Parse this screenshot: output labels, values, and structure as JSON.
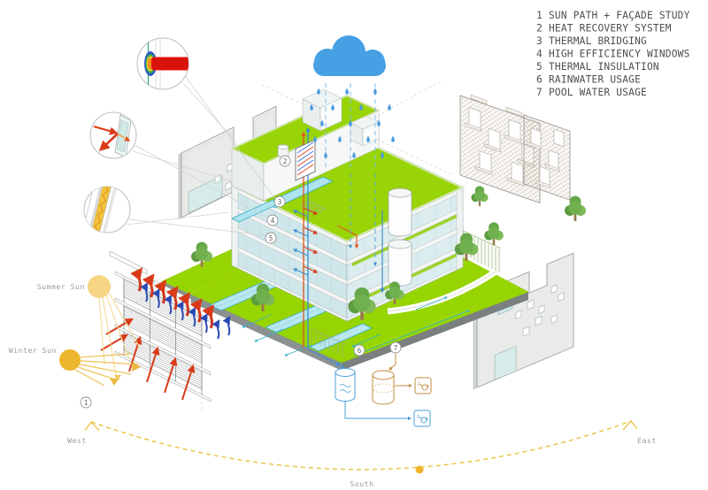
{
  "legend": {
    "items": [
      {
        "num": "1",
        "label": "SUN PATH + FAÇADE STUDY"
      },
      {
        "num": "2",
        "label": "HEAT RECOVERY SYSTEM"
      },
      {
        "num": "3",
        "label": "THERMAL BRIDGING"
      },
      {
        "num": "4",
        "label": "HIGH EFFICIENCY WINDOWS"
      },
      {
        "num": "5",
        "label": "THERMAL INSULATION"
      },
      {
        "num": "6",
        "label": "RAINWATER USAGE"
      },
      {
        "num": "7",
        "label": "POOL WATER USAGE"
      }
    ]
  },
  "compass": {
    "west": "West",
    "south": "South",
    "east": "East"
  },
  "suns": {
    "summer_label": "Summer Sun",
    "winter_label": "Winter Sun"
  },
  "markers": {
    "m1": "1",
    "m2": "2",
    "m3": "3",
    "m4": "4",
    "m5": "5",
    "m6": "6",
    "m7": "7"
  },
  "colors": {
    "ground_green": "#97d500",
    "roof_green": "#99d406",
    "pool_blue": "#b8e7f0",
    "cloud_blue": "#47a0e4",
    "rain_blue": "#4a9be0",
    "sun_gold": "#ecb72e",
    "sun_light": "#f6d584",
    "arc_yellow": "#ecc23f",
    "hot_red": "#d93a18",
    "cool_blue": "#2b49b5",
    "pipe_orange": "#e0561e",
    "pipe_blue": "#3f8fd0",
    "tan_system": "#c08c3e",
    "wall_grey": "#e9ebe9",
    "insulation_yellow": "#f3c33e"
  }
}
